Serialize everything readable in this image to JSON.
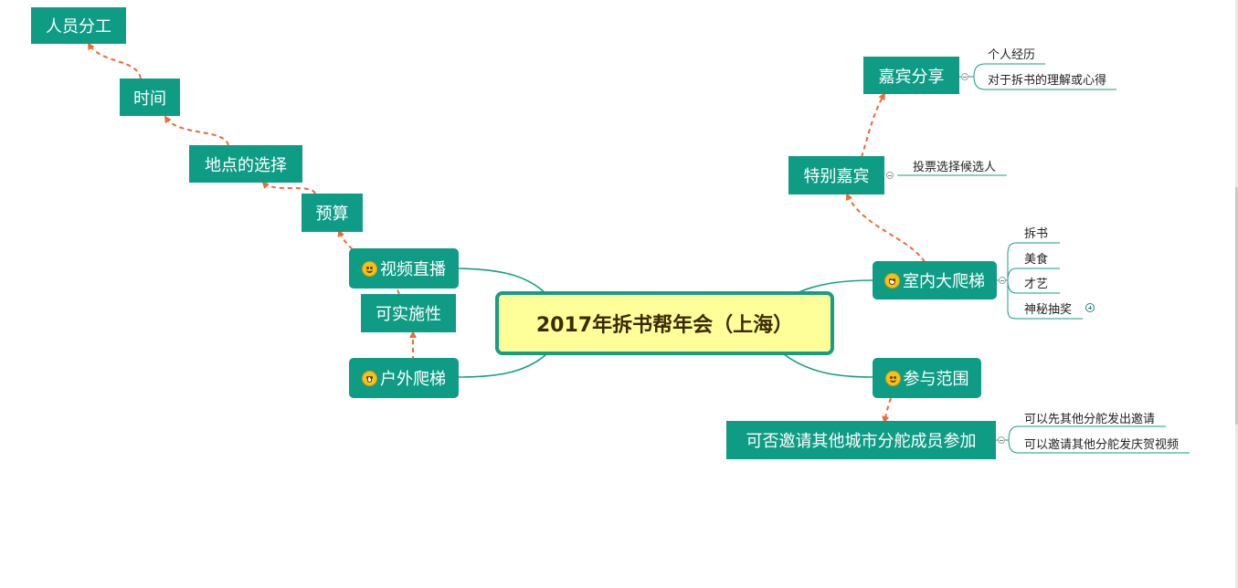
{
  "title": "2017年拆书帮年会（上海）",
  "colors": {
    "node_bg": "#0e9c85",
    "central_bg": "#ffff99",
    "central_border": "#169e83",
    "link": "#ee6a3a",
    "branch": "#169e83"
  },
  "nodes": {
    "video_live": "视频直播",
    "outdoor_climb": "户外爬梯",
    "feasibility": "可实施性",
    "budget": "预算",
    "venue": "地点的选择",
    "time": "时间",
    "staffing": "人员分工",
    "indoor_climb": "室内大爬梯",
    "scope": "参与范围",
    "special_guest": "特别嘉宾",
    "guest_share": "嘉宾分享",
    "invite_other_cities": "可否邀请其他城市分舵成员参加"
  },
  "leaves": {
    "guest_share": [
      "个人经历",
      "对于拆书的理解或心得"
    ],
    "special_guest": [
      "投票选择候选人"
    ],
    "indoor_climb": [
      "拆书",
      "美食",
      "才艺",
      "神秘抽奖"
    ],
    "invite_other_cities": [
      "可以先其他分舵发出邀请",
      "可以邀请其他分舵发庆贺视频"
    ]
  },
  "icons": {
    "video_live": "smile-emoji-icon",
    "outdoor_climb": "shout-emoji-icon",
    "indoor_climb": "grin-emoji-icon",
    "scope": "smile-emoji-icon"
  }
}
